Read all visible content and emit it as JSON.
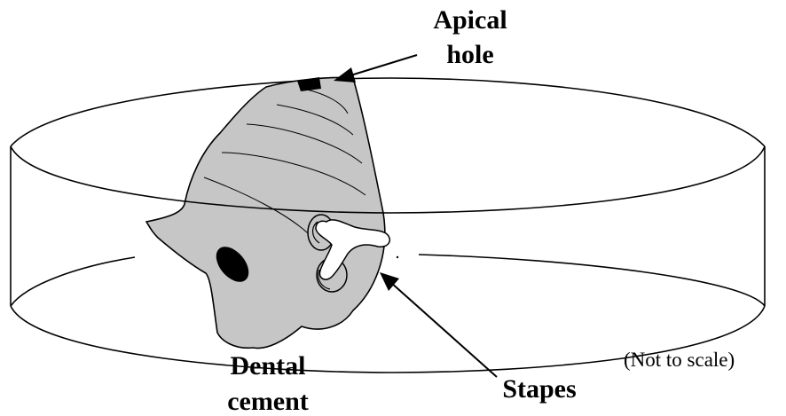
{
  "labels": {
    "apical_hole": [
      "Apical",
      "hole"
    ],
    "dental_cement": [
      "Dental",
      "cement"
    ],
    "stapes": "Stapes",
    "scale_note": "(Not to scale)"
  },
  "colors": {
    "ink": "#000000",
    "cement_fill": "#c6c6c6",
    "bone_fill": "#ffffff",
    "background": "#ffffff"
  }
}
